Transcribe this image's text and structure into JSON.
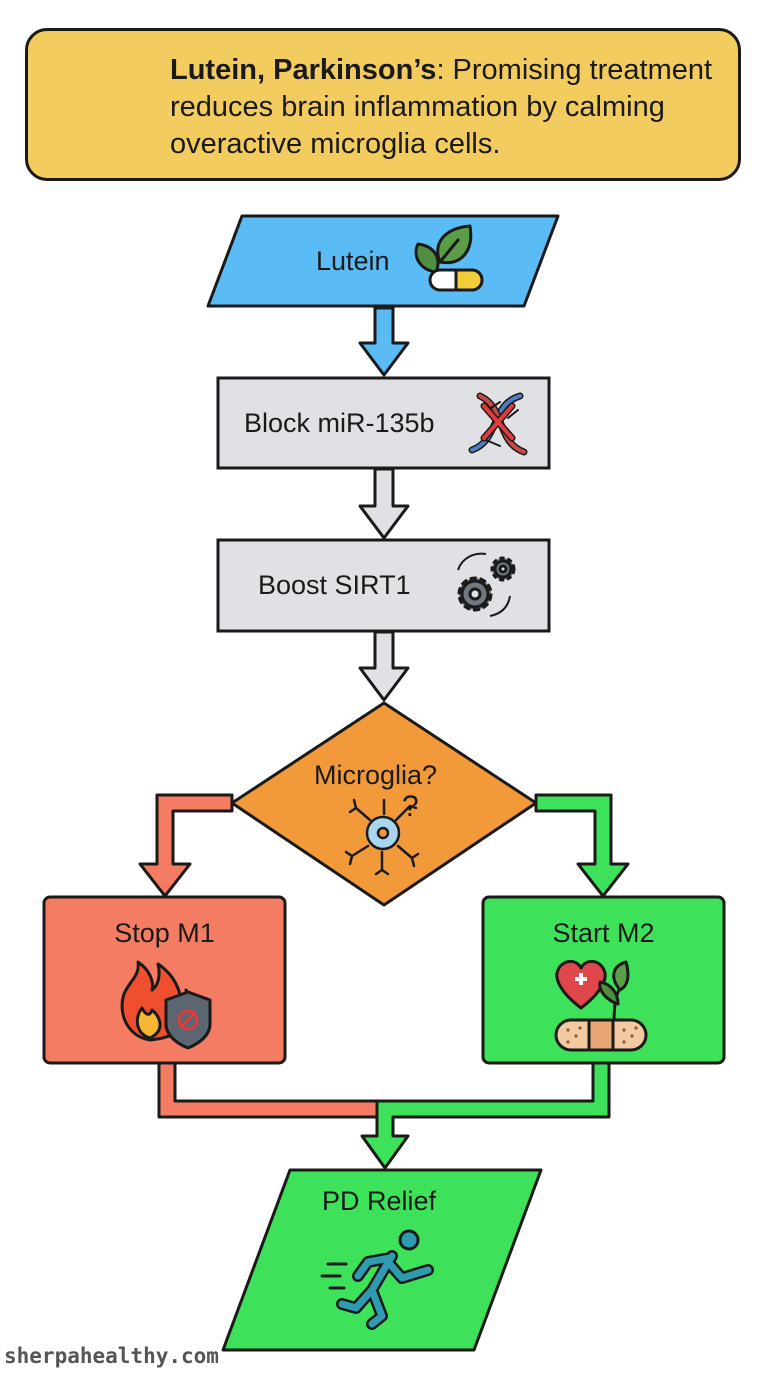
{
  "header": {
    "title_bold": "Lutein, Parkinson’s",
    "title_rest": ": Promising treatment reduces brain inflammation by calming overactive microglia cells."
  },
  "nodes": {
    "lutein": "Lutein",
    "block": "Block miR-135b",
    "boost": "Boost SIRT1",
    "decision": "Microglia?",
    "stop": "Stop M1",
    "start": "Start M2",
    "relief": "PD Relief"
  },
  "colors": {
    "header_bg": "#f3cc5f",
    "lutein": "#5bbcf5",
    "process": "#dfe1e4",
    "decision": "#f29a3a",
    "stop": "#f47c62",
    "start": "#3ee25a",
    "relief": "#3ee25a"
  },
  "icons": [
    "brain-icon",
    "leaf-pill-icon",
    "dna-blocked-icon",
    "gears-icon",
    "microglia-cell-icon",
    "fire-shield-icon",
    "heart-sprout-bandage-icon",
    "runner-icon"
  ],
  "footer": "sherpahealthy.com"
}
